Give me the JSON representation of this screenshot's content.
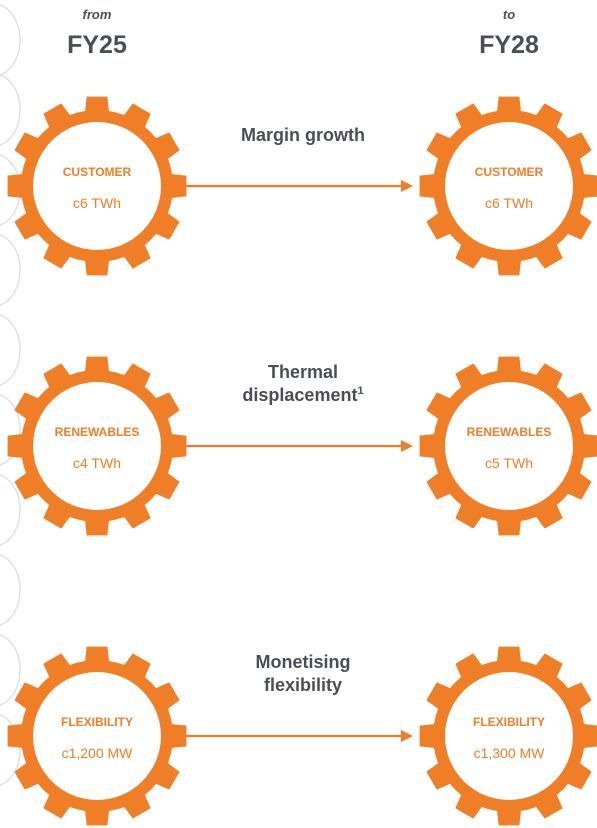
{
  "colors": {
    "accent": "#f07e26",
    "text_dark": "#4a4f57",
    "watermark": "#d7d9dc"
  },
  "headers": {
    "left": {
      "small": "from",
      "big": "FY25"
    },
    "right": {
      "small": "to",
      "big": "FY28"
    }
  },
  "rows": [
    {
      "left": {
        "label": "CUSTOMER",
        "value": "c6 TWh"
      },
      "right": {
        "label": "CUSTOMER",
        "value": "c6 TWh"
      },
      "arrow_lines": [
        "Margin growth"
      ],
      "footnote": ""
    },
    {
      "left": {
        "label": "RENEWABLES",
        "value": "c4 TWh"
      },
      "right": {
        "label": "RENEWABLES",
        "value": "c5 TWh"
      },
      "arrow_lines": [
        "Thermal",
        "displacement"
      ],
      "footnote": "1"
    },
    {
      "left": {
        "label": "FLEXIBILITY",
        "value": "c1,200 MW"
      },
      "right": {
        "label": "FLEXIBILITY",
        "value": "c1,300 MW"
      },
      "arrow_lines": [
        "Monetising",
        "flexibility"
      ],
      "footnote": ""
    }
  ],
  "icons": {
    "gear": "gear-icon",
    "arrow": "arrow-right-icon"
  }
}
